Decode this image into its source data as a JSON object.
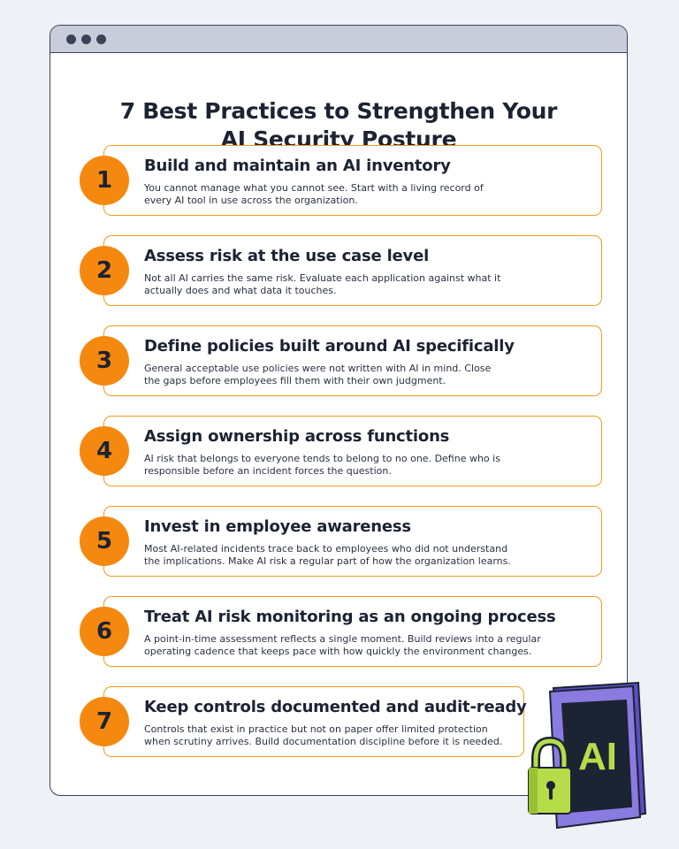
{
  "window": {
    "dots": [
      "dot",
      "dot",
      "dot"
    ]
  },
  "title": {
    "line1": "7 Best Practices to  Strengthen Your",
    "line2": "AI Security Posture"
  },
  "items": [
    {
      "number": "1",
      "title": "Build and maintain an AI inventory",
      "desc": "You cannot manage what you cannot see. Start with a living record of every AI tool in use across the organization."
    },
    {
      "number": "2",
      "title": "Assess risk at the use case level",
      "desc": "Not all AI carries the same risk. Evaluate each application against what it actually does and what data it touches."
    },
    {
      "number": "3",
      "title": "Define policies built around AI specifically",
      "desc": "General acceptable use policies were not written with AI in mind. Close the gaps before employees fill them with their own judgment."
    },
    {
      "number": "4",
      "title": "Assign ownership across functions",
      "desc": "AI risk that belongs to everyone tends to belong to no one. Define who is responsible before an incident forces the question."
    },
    {
      "number": "5",
      "title": "Invest in employee awareness",
      "desc": "Most AI-related incidents trace back to employees who did not understand the implications. Make AI risk a regular part of how the organization learns."
    },
    {
      "number": "6",
      "title": "Treat AI risk monitoring as an ongoing process",
      "desc": "A point-in-time assessment reflects a single moment. Build reviews into a regular operating cadence that keeps pace with how quickly the environment changes."
    },
    {
      "number": "7",
      "title": "Keep controls documented and audit-ready",
      "desc": "Controls that exist in practice but not on paper offer limited protection when scrutiny arrives. Build documentation discipline before it is needed."
    }
  ],
  "illustration": {
    "label": "AI",
    "icon": "lock-icon"
  },
  "colors": {
    "accent": "#f5880f",
    "border": "#f39a1e",
    "text": "#1c2333",
    "lime": "#b7dc4a",
    "purple": "#7b6bd6",
    "navy": "#1c2333"
  }
}
